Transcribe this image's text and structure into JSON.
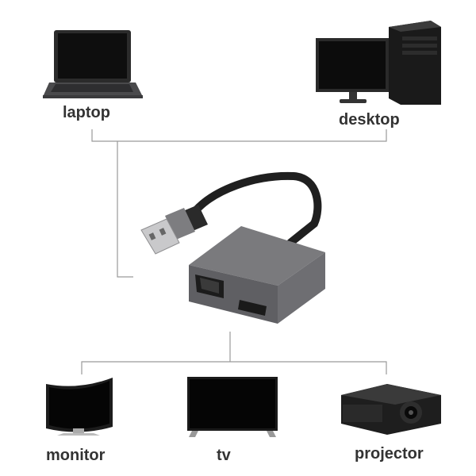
{
  "labels": {
    "laptop": "laptop",
    "desktop": "desktop",
    "monitor": "monitor",
    "tv": "tv",
    "projector": "projector"
  },
  "colors": {
    "connector_line": "#9a9a9a",
    "label_text": "#333333",
    "adapter_body": "#6d6d70",
    "cable": "#1f1f1f"
  }
}
